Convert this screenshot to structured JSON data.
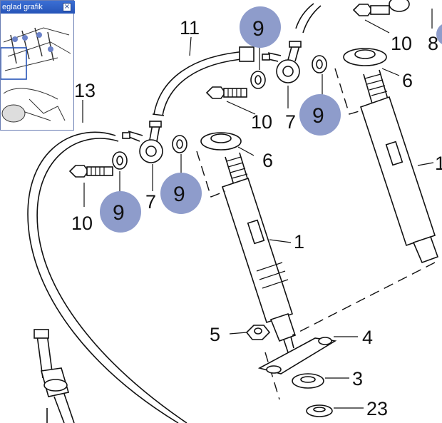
{
  "preview": {
    "title": "eglad grafik",
    "close_glyph": "×"
  },
  "callouts": {
    "c11": "11",
    "c13": "13",
    "c8": "8",
    "c9_top": "9",
    "c10_top": "10",
    "c6_top": "6",
    "c10_mid": "10",
    "c7_mid": "7",
    "c9_mid_badge": "9",
    "c6_mid": "6",
    "c1_right": "1",
    "c9_left_badge": "9",
    "c7_left": "7",
    "c9_left_badge2": "9",
    "c10_left": "10",
    "c1_main": "1",
    "c5": "5",
    "c4": "4",
    "c3": "3",
    "c23": "23"
  },
  "colors": {
    "badge": "#8e9ccb",
    "line": "#111111",
    "window_title": "#2654b8"
  }
}
